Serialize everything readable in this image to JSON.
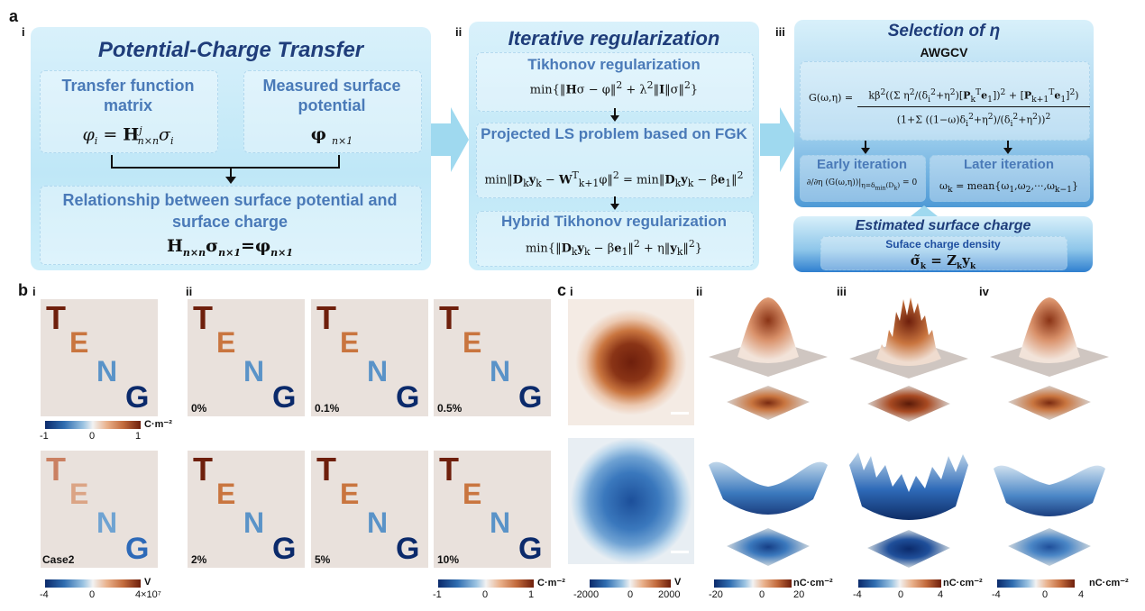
{
  "panel_a": {
    "letter": "a",
    "i": {
      "label": "i",
      "title": "Potential-Charge Transfer",
      "transfer_head": "Transfer function matrix",
      "measured_head": "Measured surface potential",
      "relationship_head": "Relationship between surface potential and surface charge"
    },
    "ii": {
      "label": "ii",
      "title": "Iterative regularization",
      "tikhonov": "Tikhonov regularization",
      "projected": "Projected LS problem based on FGK",
      "hybrid": "Hybrid Tikhonov regularization"
    },
    "iii": {
      "label": "iii",
      "title": "Selection of η",
      "awgcv": "AWGCV",
      "early": "Early iteration",
      "later": "Later iteration"
    },
    "estimated": {
      "title": "Estimated surface charge",
      "subtitle": "Suface charge density"
    }
  },
  "panel_b": {
    "letter": "b",
    "i_label": "i",
    "ii_label": "ii",
    "letters": [
      "T",
      "E",
      "N",
      "G"
    ],
    "case_label": "Case2",
    "noise_top": [
      "0%",
      "0.1%",
      "0.5%"
    ],
    "noise_bottom": [
      "2%",
      "5%",
      "10%"
    ],
    "cbar1": {
      "min": "-1",
      "mid": "0",
      "max": "1",
      "unit": "C·m⁻²"
    },
    "cbar2": {
      "min": "-4",
      "mid": "0",
      "max": "4×10⁷",
      "unit": "V"
    },
    "cbar3": {
      "min": "-1",
      "mid": "0",
      "max": "1",
      "unit": "C·m⁻²"
    }
  },
  "panel_c": {
    "letter": "c",
    "labels": [
      "i",
      "ii",
      "iii",
      "iv"
    ],
    "cbar_i": {
      "min": "-2000",
      "mid": "0",
      "max": "2000",
      "unit": "V"
    },
    "cbar_ii": {
      "min": "-20",
      "mid": "0",
      "max": "20",
      "unit": "nC·cm⁻²"
    },
    "cbar_iii": {
      "min": "-4",
      "mid": "0",
      "max": "4",
      "unit": "nC·cm⁻²"
    },
    "cbar_iv": {
      "min": "-4",
      "mid": "0",
      "max": "4",
      "unit": "nC·cm⁻²"
    }
  },
  "colors": {
    "dark_red": "#6e1f0c",
    "orange": "#c9753f",
    "light_blue": "#5a93c8",
    "navy": "#0b2a6b"
  }
}
